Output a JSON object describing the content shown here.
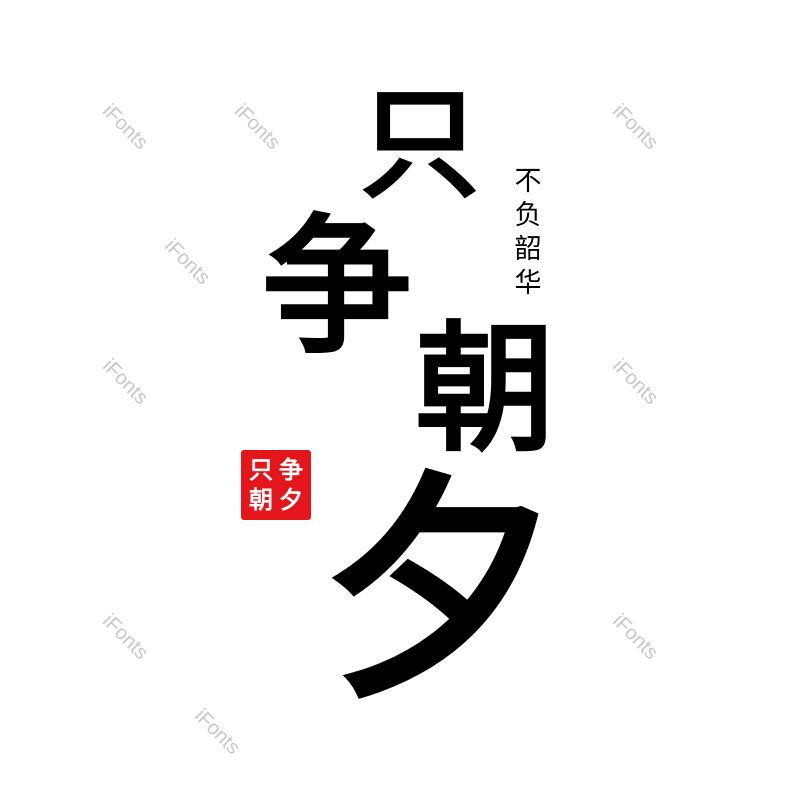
{
  "title_characters": [
    "只",
    "争",
    "朝",
    "夕"
  ],
  "subtitle_characters": [
    "不",
    "负",
    "韶",
    "华"
  ],
  "seal": {
    "characters": [
      "只",
      "争",
      "朝",
      "夕"
    ],
    "color": "#e5161b"
  },
  "watermark": "iFonts"
}
